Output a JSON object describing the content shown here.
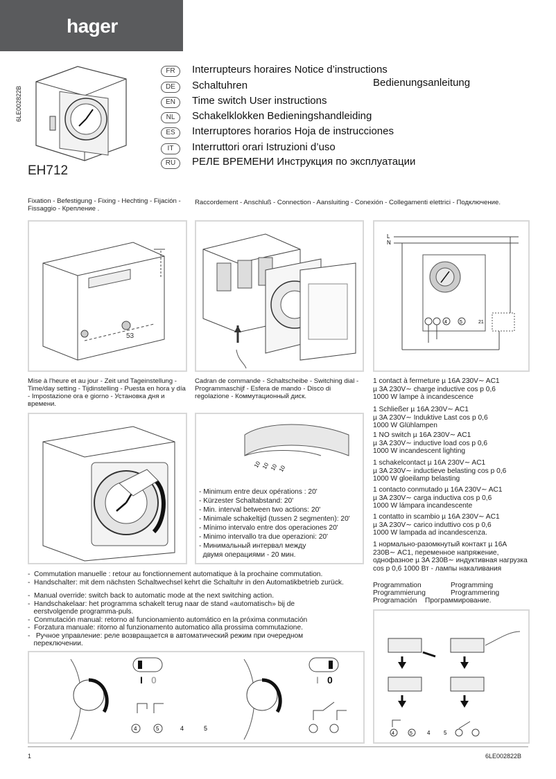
{
  "brand": "hager",
  "languages": [
    {
      "code": "FR",
      "text": "Interrupteurs horaires Notice d’instructions"
    },
    {
      "code": "DE",
      "text": "Schaltuhren"
    },
    {
      "code": "EN",
      "text": "Time switch User instructions"
    },
    {
      "code": "NL",
      "text": "Schakelklokken Bedieningshandleiding"
    },
    {
      "code": "ES",
      "text": "Interruptores horarios Hoja de instrucciones"
    },
    {
      "code": "IT",
      "text": "Interruttori orari Istruzioni d’uso"
    },
    {
      "code": "RU",
      "text": "РЕЛЕ ВРЕМЕНИ Инструкция по эксплуатации"
    }
  ],
  "de_suffix": "Bedienungsanleitung",
  "doc_code": "6LE002822B",
  "model": "EH712",
  "fixation_label": "Fixation - Befestigung - Fixing - Hechting - Fijación - Fissaggio - Крепление .",
  "connection_label": "Raccordement - Anschluß - Connection - Aansluiting - Conexión - Collegamenti elettrici - Подключение.",
  "time_setting_label": "Mise à l'heure et au jour - Zeit und Tageinstellung - Time/day setting - Tijdinstelling - Puesta en hora y día - Impostazione ora e giorno - Установка дня и времени.",
  "dial_label": "Cadran de commande - Schaltscheibe - Switching dial - Programmaschijf - Esfera de mando - Disco di regolazione - Коммутационный диск.",
  "dimension": "53",
  "wiring": {
    "l": "L",
    "n": "N",
    "t4": "4",
    "t5": "5",
    "t21": "21"
  },
  "interval_ticks": [
    "10",
    "10",
    "10",
    "10"
  ],
  "specs": [
    [
      "1 contact à fermeture µ 16A 230V∼ AC1",
      "µ 3A 230V∼ charge inductive cos p 0,6",
      "1000 W lampe à incandescence"
    ],
    [
      "1 Schließer µ 16A 230V∼ AC1",
      "µ 3A 230V∼ Induktive Last cos p 0,6",
      "1000 W Glühlampen"
    ],
    [
      "1 NO switch µ 16A 230V∼ AC1",
      "µ 3A 230V∼ inductive load cos p 0,6",
      "1000 W incandescent lighting"
    ],
    [
      "1 schakelcontact µ 16A 230V∼ AC1",
      "µ 3A 230V∼ inductieve belasting cos p 0,6",
      "1000 W gloeilamp belasting"
    ],
    [
      "1 contacto conmutado µ 16A 230V∼ AC1",
      "µ 3A 230V∼ carga inductiva cos p 0,6",
      "1000 W lámpara incandescente"
    ],
    [
      "1 contatto in scambio µ 16A 230V∼ AC1",
      "µ 3A 230V∼ carico induttivo cos p 0,6",
      "1000 W lampada ad incandescenza."
    ],
    [
      "1 нормально-разомкнутый контакт µ 16A",
      "230В∼ AC1, переменное напряжение,",
      "однофазное µ 3A 230В∼ индуктивная нагрузка",
      "cos p 0,6 1000 Вт - лампы накаливания"
    ]
  ],
  "intervals": [
    "- Minimum entre deux opérations : 20'",
    "- Kürzester Schaltabstand: 20'",
    "- Min. interval between two actions: 20'",
    "- Minimale schakeltijd (tussen 2 segmenten): 20'",
    "- Mínimo intervalo entre dos operaciones  20'",
    "- Minimo intervallo tra due operazioni: 20'",
    "- Минимальный интервал между",
    "  двумя операциями - 20 мин."
  ],
  "manual": [
    "-  Commutation manuelle : retour au fonctionnement automatique à la prochaine commutation.",
    "-  Handschalter: mit dem nächsten Schaltwechsel kehrt die Schaltuhr in den Automatikbetrieb zurück.",
    "",
    "-  Manual override: switch back to automatic mode at the next switching action.",
    "-  Handschakelaar: het programma schakelt terug naar de stand «automatisch» bij de",
    "   eerstvolgende programma-puls.",
    "-  Conmutación manual: retorno al funcionamiento automático en la próxima conmutación",
    "-  Forzatura manuale: ritorno al funzionamento automatico alla prossima commutazione.",
    "-   Ручное управление: реле возвращается в автоматический режим при очередном",
    "   переключении."
  ],
  "programming": {
    "col1": [
      "Programmation",
      "Programmierung",
      "Programación"
    ],
    "col2": [
      "Programming",
      "Programmering",
      "Программирование."
    ]
  },
  "switch_labels": {
    "on": "I",
    "off": "0"
  },
  "terminals": {
    "a": "4",
    "b": "5"
  },
  "page_number": "1"
}
